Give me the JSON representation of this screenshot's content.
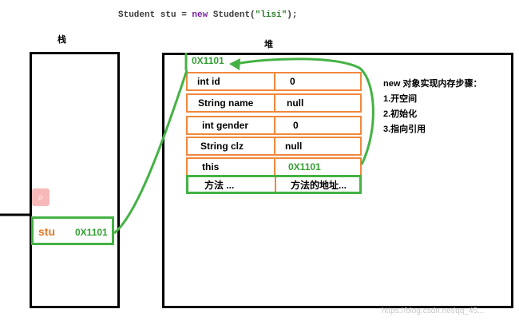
{
  "code_line": {
    "type": "Student stu = ",
    "kw": "new",
    "ctor": " Student(",
    "arg": "\"lisi\"",
    "end": ");"
  },
  "labels": {
    "stack": "栈",
    "heap": "堆"
  },
  "stack_cell": {
    "name": "stu",
    "value": "0X1101"
  },
  "heap_address": "0X1101",
  "rows": [
    {
      "field": "int id",
      "value": "0"
    },
    {
      "field": "String name",
      "value": "null"
    },
    {
      "field": "int gender",
      "value": "0"
    },
    {
      "field": "String clz",
      "value": "null"
    },
    {
      "field": "this",
      "value": "0X1101"
    },
    {
      "field": "方法  ...",
      "value": "方法的地址..."
    }
  ],
  "notes": {
    "title": "new 对象实现内存步骤：",
    "steps": [
      "1.开空间",
      "2.初始化",
      "3.指向引用"
    ]
  },
  "watermark": "https://blog.csdn.net/qq_45...",
  "colors": {
    "green": "#44b244",
    "orange": "#f0883c",
    "black": "#000000"
  }
}
